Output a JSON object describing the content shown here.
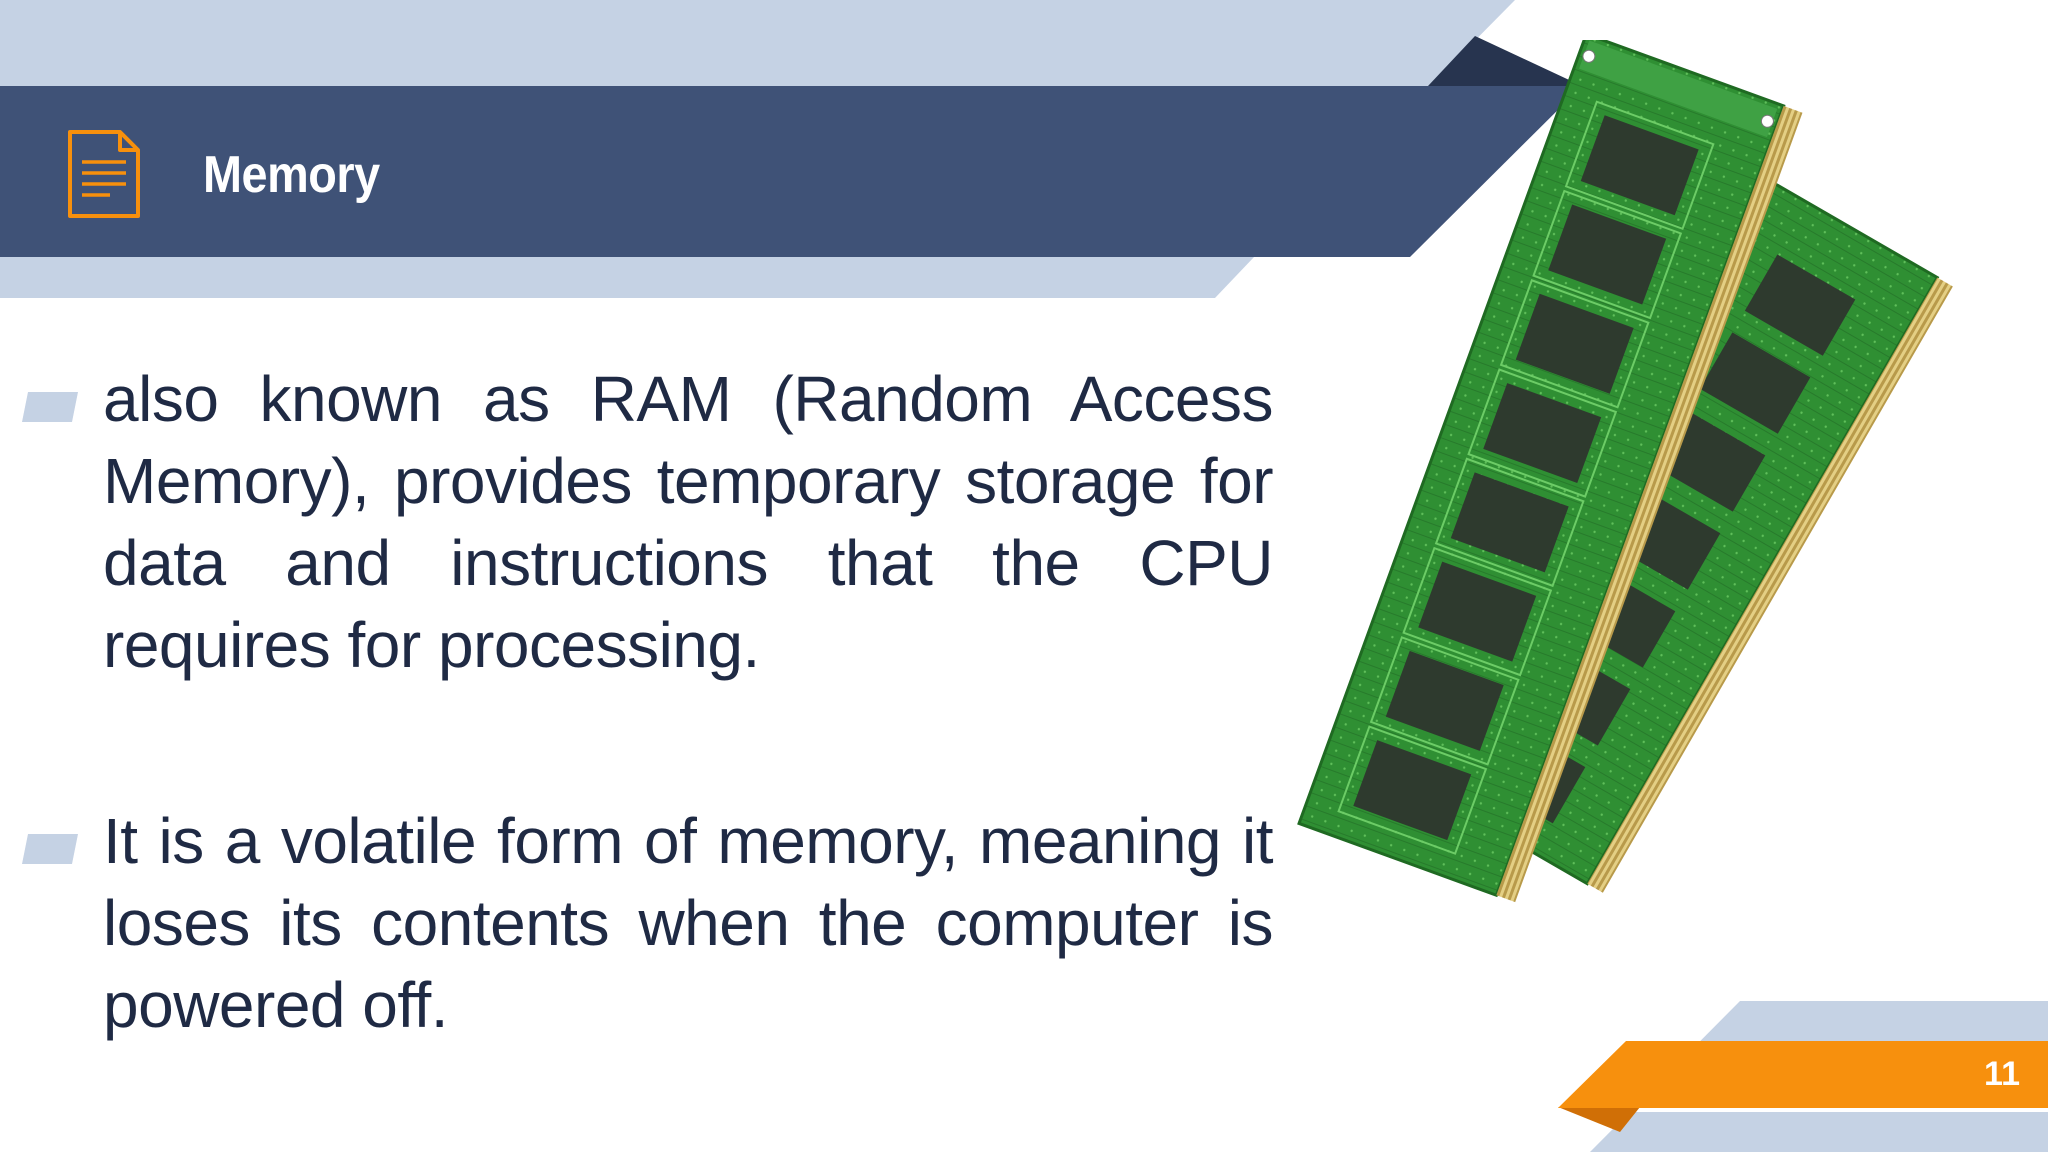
{
  "slide": {
    "title": "Memory",
    "title_icon": "document-icon",
    "bullets": [
      "also known as RAM (Random Access Memory), provides temporary storage for data and instructions that the CPU requires for processing.",
      " It is a volatile form of memory, meaning it loses its contents when the computer is powered off."
    ],
    "image": "ram-modules",
    "page_number": "11"
  },
  "colors": {
    "header_band": "#3f5277",
    "light_band": "#c5d2e4",
    "accent_orange": "#f7900d",
    "dark_orange": "#d06f06",
    "dark_triangle": "#27344f",
    "text": "#1f2a44",
    "pcb_green": "#2c8a2c"
  }
}
